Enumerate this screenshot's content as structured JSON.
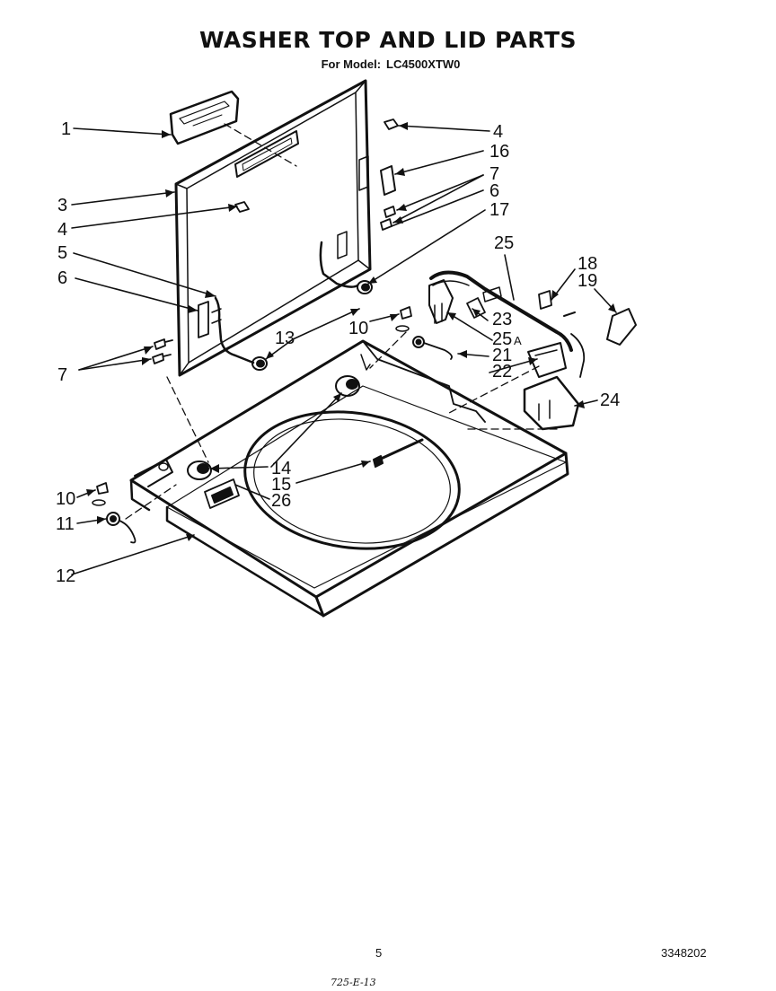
{
  "header": {
    "title": "WASHER TOP AND LID PARTS",
    "model_prefix": "For Model:",
    "model": "LC4500XTW0"
  },
  "callouts": [
    "1",
    "4",
    "16",
    "7",
    "6",
    "3",
    "4",
    "17",
    "5",
    "6",
    "25",
    "18",
    "19",
    "10",
    "13",
    "23",
    "25",
    "A",
    "7",
    "21",
    "22",
    "24",
    "10",
    "14",
    "15",
    "26",
    "11",
    "12"
  ],
  "footer": {
    "page_number": "5",
    "doc_number": "3348202",
    "handwritten": "725-E-13"
  },
  "colors": {
    "ink": "#111111",
    "paper": "#ffffff"
  }
}
